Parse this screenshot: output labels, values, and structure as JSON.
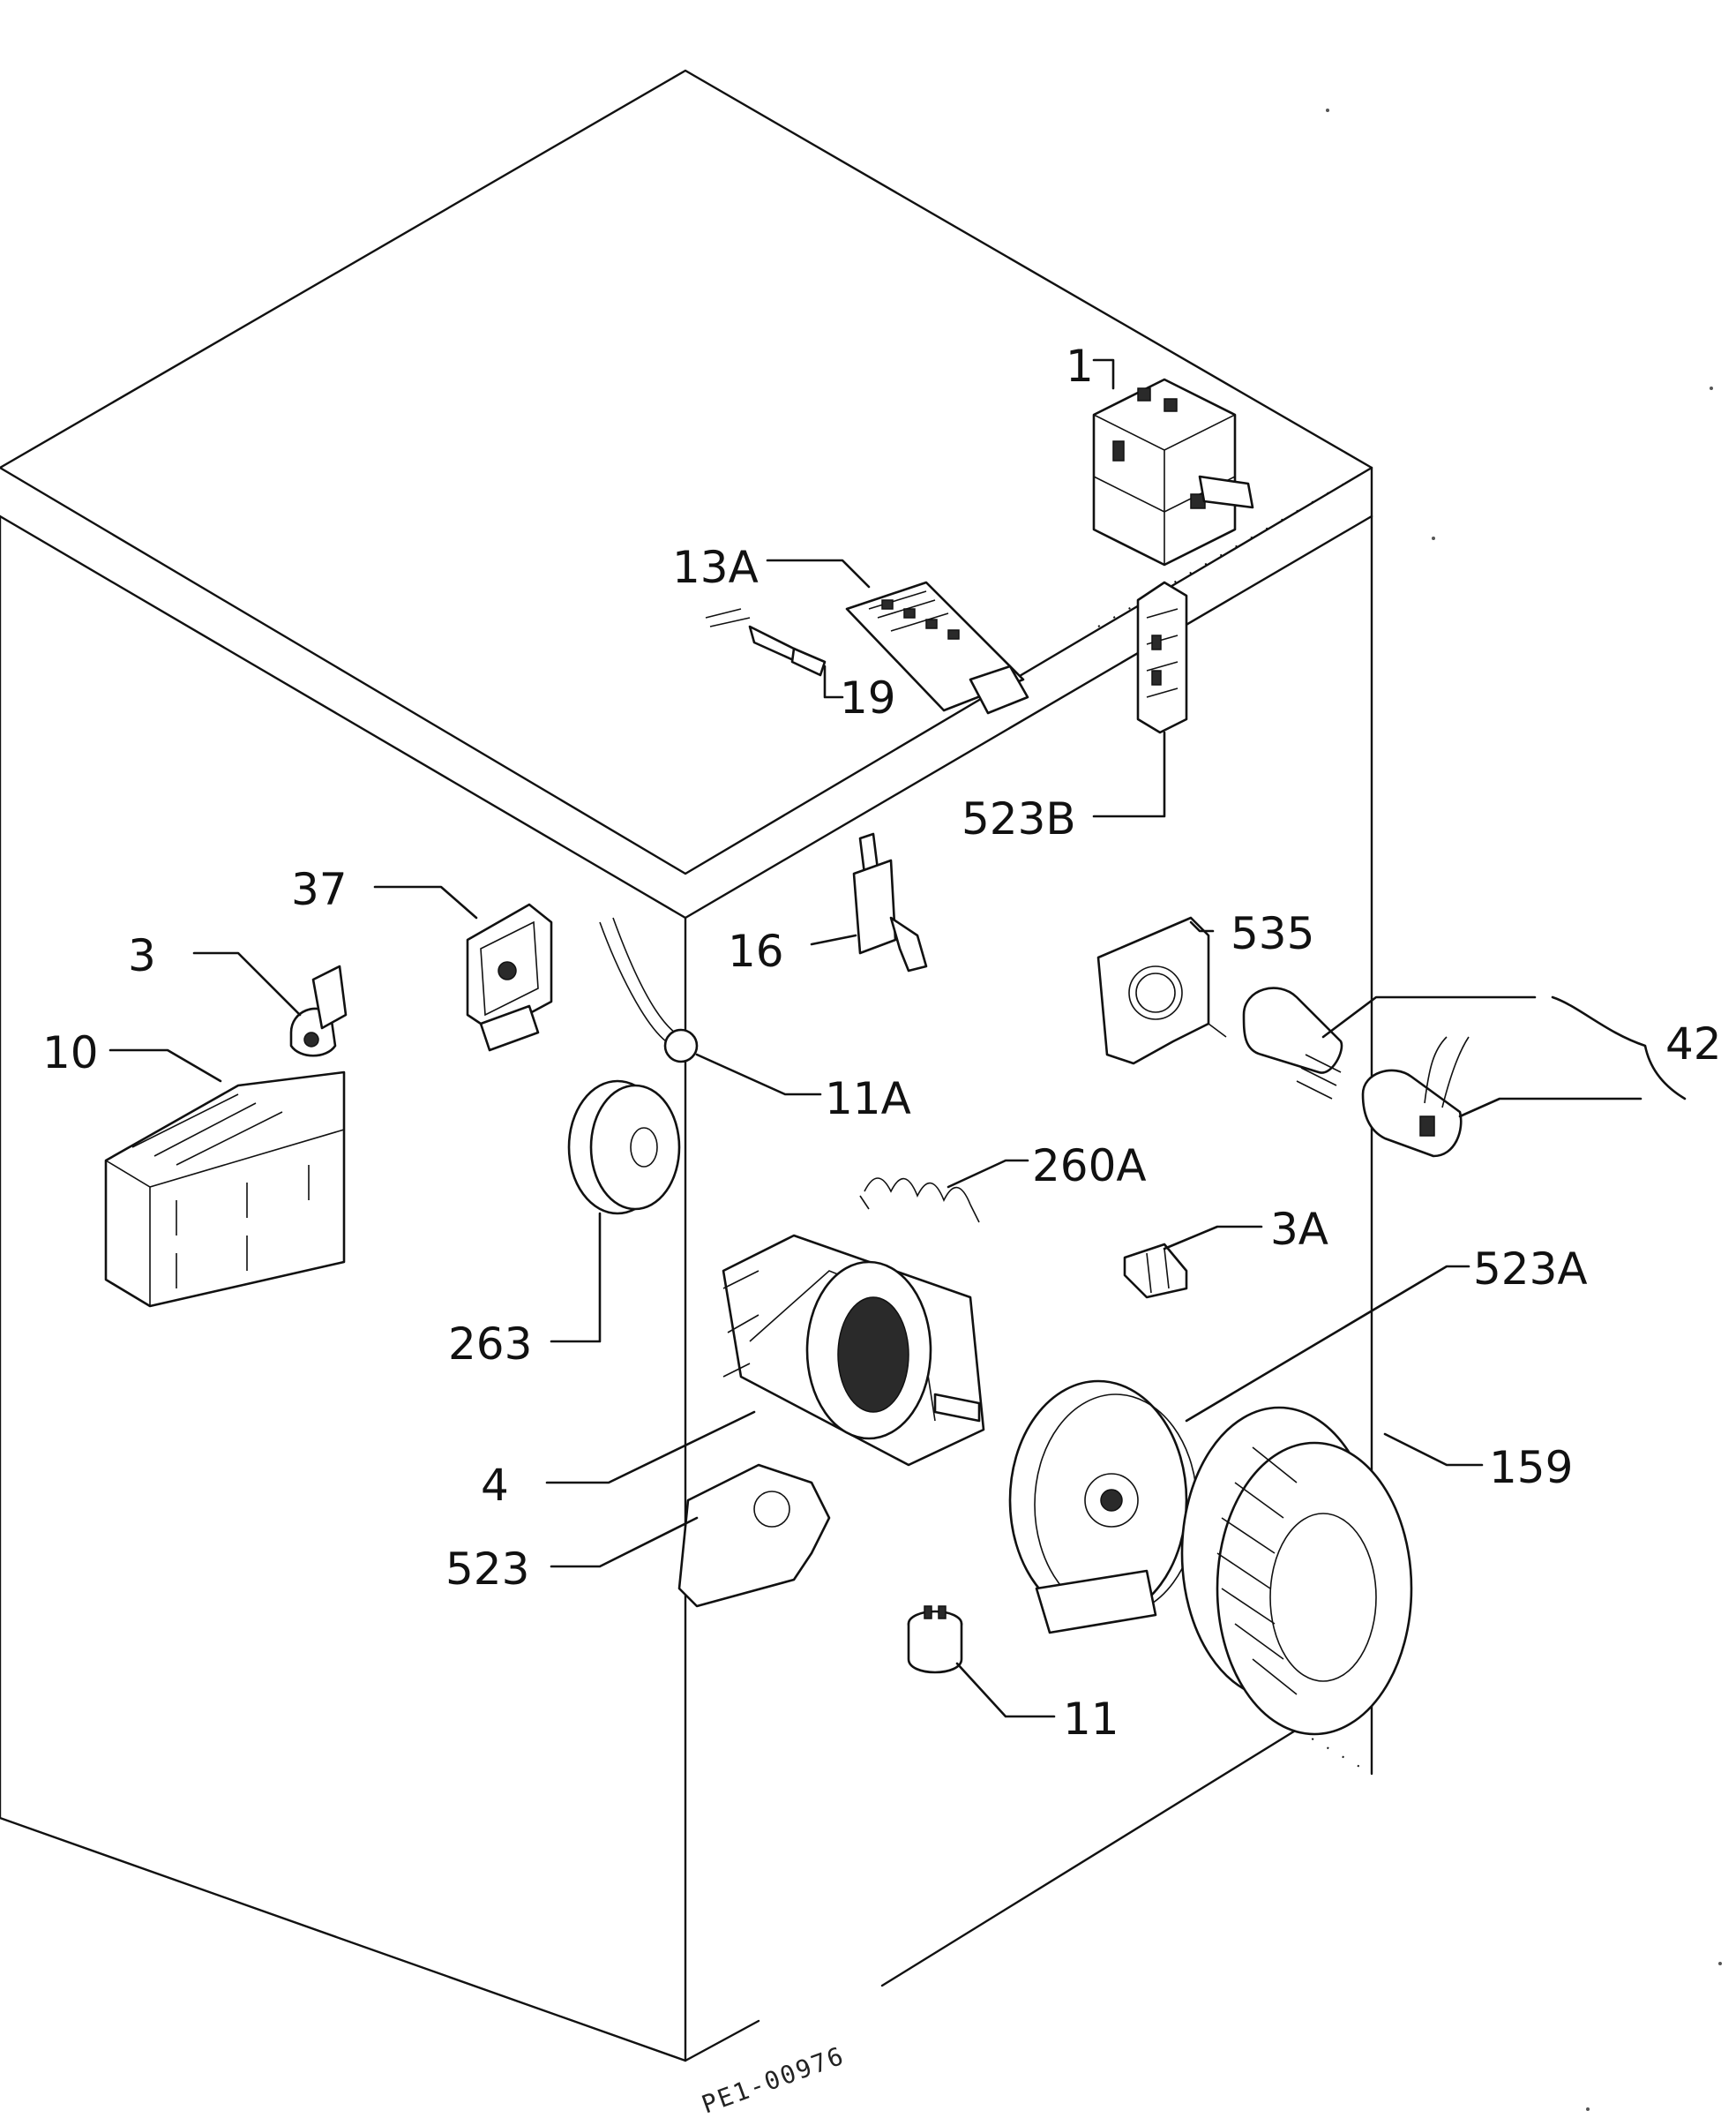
{
  "diagram": {
    "reference_code": "PE1-00976",
    "callouts": [
      {
        "id": "c-1",
        "text": "1"
      },
      {
        "id": "c-13a",
        "text": "13A"
      },
      {
        "id": "c-19",
        "text": "19"
      },
      {
        "id": "c-523b",
        "text": "523B"
      },
      {
        "id": "c-37",
        "text": "37"
      },
      {
        "id": "c-16",
        "text": "16"
      },
      {
        "id": "c-535",
        "text": "535"
      },
      {
        "id": "c-3",
        "text": "3"
      },
      {
        "id": "c-42",
        "text": "42"
      },
      {
        "id": "c-10",
        "text": "10"
      },
      {
        "id": "c-11a",
        "text": "11A"
      },
      {
        "id": "c-260a",
        "text": "260A"
      },
      {
        "id": "c-3a",
        "text": "3A"
      },
      {
        "id": "c-523a",
        "text": "523A"
      },
      {
        "id": "c-263",
        "text": "263"
      },
      {
        "id": "c-159",
        "text": "159"
      },
      {
        "id": "c-4",
        "text": "4"
      },
      {
        "id": "c-523",
        "text": "523"
      },
      {
        "id": "c-11",
        "text": "11"
      }
    ]
  }
}
